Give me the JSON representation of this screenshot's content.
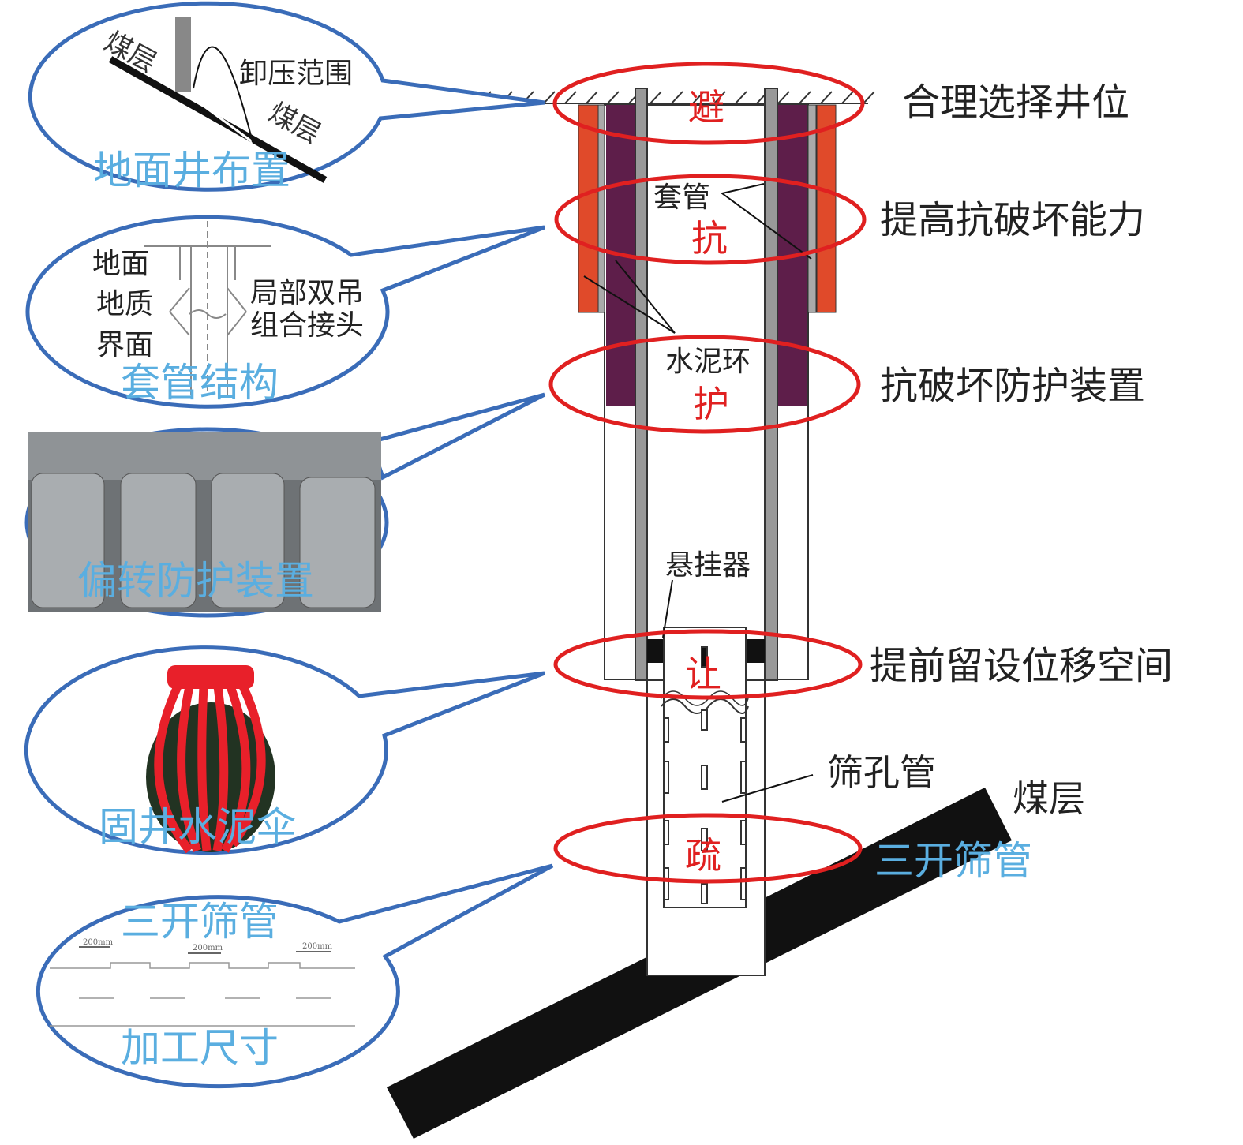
{
  "colors": {
    "callout": "#3a6cb8",
    "light_blue": "#5aaee0",
    "red": "#e02020",
    "orange": "#e04a2a",
    "purple": "#5e1e4a",
    "coal": "#111111"
  },
  "callouts": {
    "surface_well": {
      "title": "地面井布置",
      "coal_seam_a": "煤层",
      "coal_seam_b": "煤层",
      "relief_range": "卸压范围"
    },
    "casing": {
      "title": "套管结构",
      "ground": "地面",
      "geo_interface_1": "地质",
      "geo_interface_2": "界面",
      "joint_1": "局部双吊",
      "joint_2": "组合接头"
    },
    "deflection": {
      "title": "偏转防护装置"
    },
    "umbrella": {
      "title": "固井水泥伞"
    },
    "screen": {
      "title_top": "三开筛管",
      "title_bottom": "加工尺寸",
      "dim": "200mm"
    }
  },
  "well": {
    "markers": [
      "避",
      "抗",
      "护",
      "让",
      "疏"
    ],
    "casing_label": "套管",
    "cement_ring_label": "水泥环",
    "hanger_label": "悬挂器",
    "screen_pipe_label": "筛孔管",
    "coal_label": "煤层",
    "third_screen_label": "三开筛管"
  },
  "right_labels": [
    "合理选择井位",
    "提高抗破坏能力",
    "抗破坏防护装置",
    "提前留设位移空间"
  ]
}
